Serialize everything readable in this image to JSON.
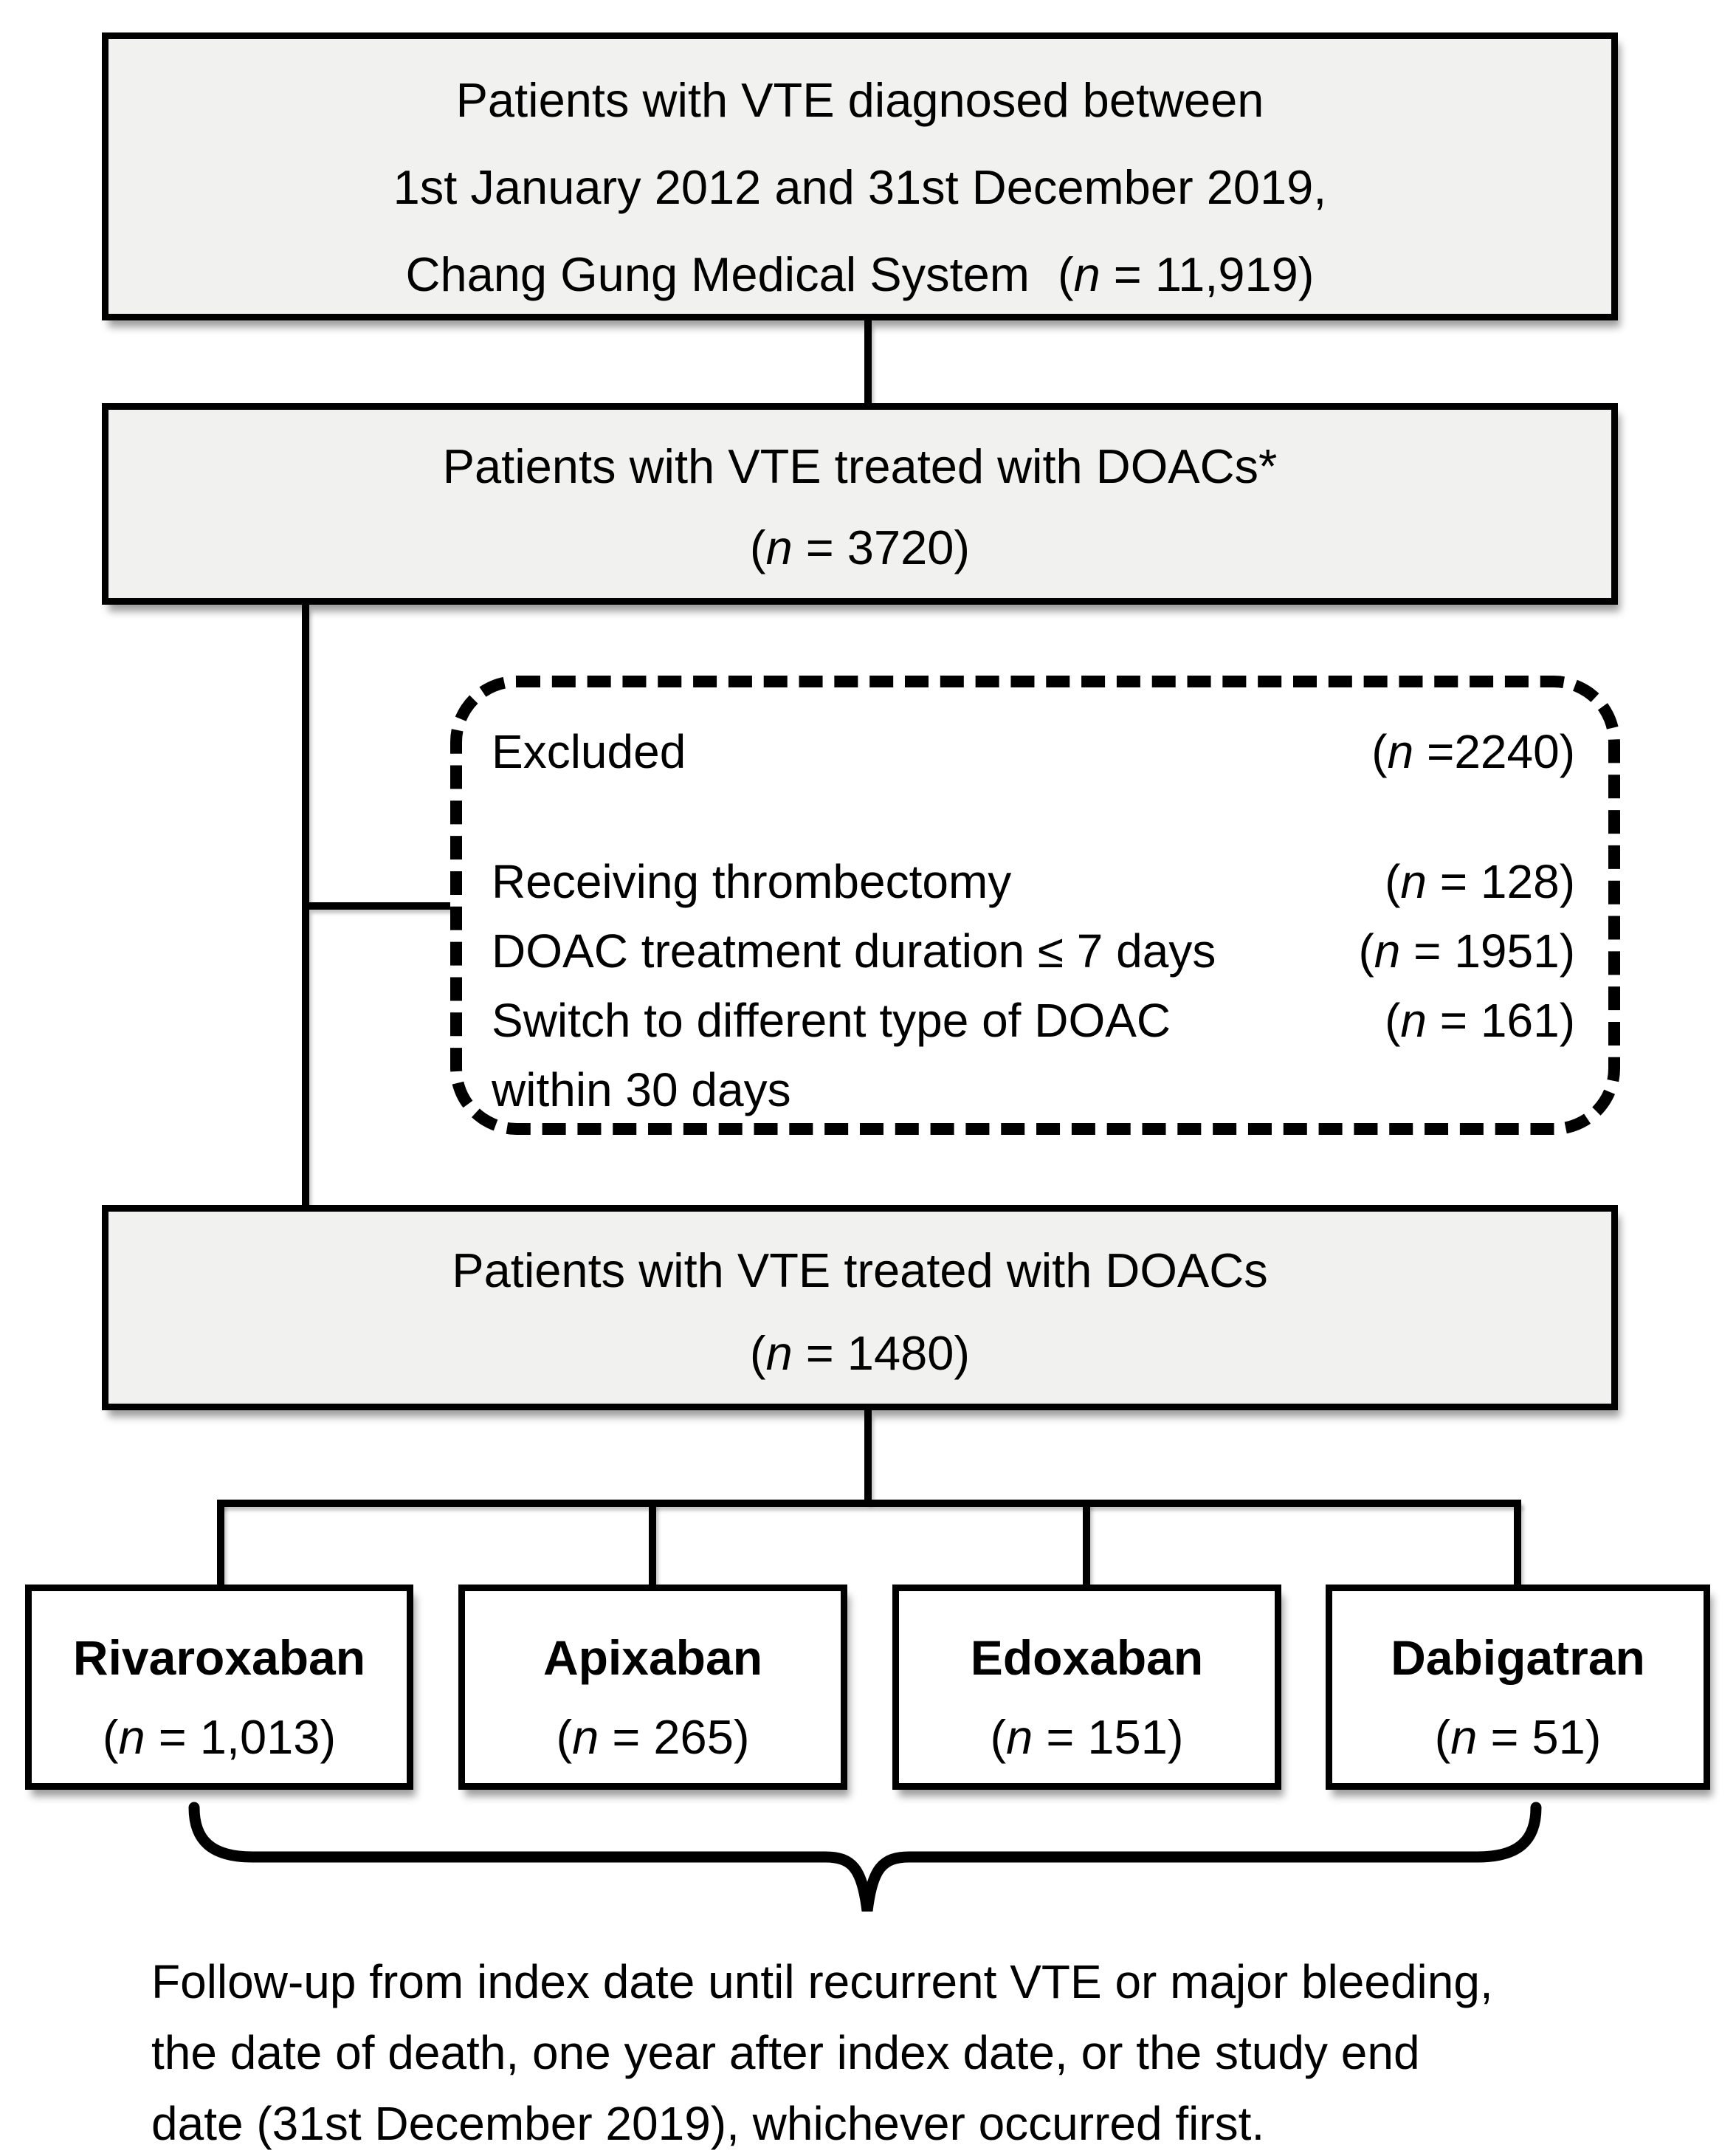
{
  "colors": {
    "background": "#ffffff",
    "box_fill": "#f1f1f0",
    "box_border": "#000000",
    "drug_box_fill": "#ffffff",
    "text": "#000000"
  },
  "boxes": {
    "diagnosed": {
      "line1": "Patients with VTE diagnosed between",
      "line2": "1st January 2012 and 31st December 2019,",
      "line3_text": "Chang Gung Medical System",
      "line3_n": "(n = 11,919)"
    },
    "treated_star": {
      "line1": "Patients with VTE treated with DOACs*",
      "n": "(n = 3720)"
    },
    "excluded": {
      "title": "Excluded",
      "title_n": "(n =2240)",
      "items": [
        {
          "label": "Receiving thrombectomy",
          "n": "(n = 128)"
        },
        {
          "label": "DOAC treatment duration ≤ 7 days",
          "n": "(n = 1951)"
        },
        {
          "label": "Switch to different type of DOAC",
          "n": "(n = 161)"
        },
        {
          "label": "within 30 days",
          "n": ""
        }
      ]
    },
    "treated_final": {
      "line1": "Patients with VTE treated with DOACs",
      "n": "(n = 1480)"
    },
    "drugs": [
      {
        "name": "Rivaroxaban",
        "n": "(n = 1,013)"
      },
      {
        "name": "Apixaban",
        "n": "(n = 265)"
      },
      {
        "name": "Edoxaban",
        "n": "(n = 151)"
      },
      {
        "name": "Dabigatran",
        "n": "(n = 51)"
      }
    ]
  },
  "footnote": {
    "line1": "Follow-up from index date until recurrent VTE or major bleeding,",
    "line2": "the date of death, one year after index date, or the study end",
    "line3": "date (31st December 2019), whichever occurred first."
  }
}
